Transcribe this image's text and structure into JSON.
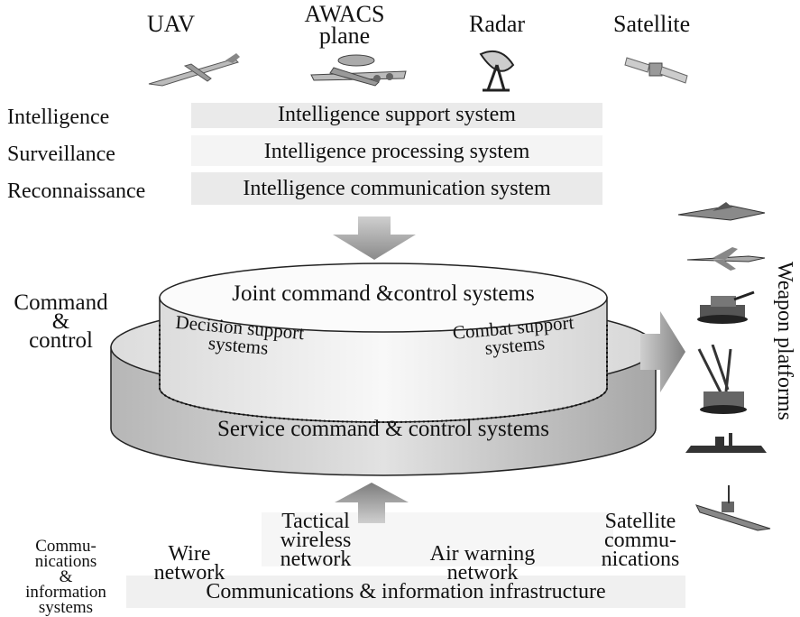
{
  "sensors": [
    {
      "label": "UAV",
      "icon": "uav-icon"
    },
    {
      "label": "AWACS plane",
      "icon": "awacs-plane-icon"
    },
    {
      "label": "Radar",
      "icon": "radar-icon"
    },
    {
      "label": "Satellite",
      "icon": "satellite-icon"
    }
  ],
  "isr": {
    "left": [
      "Intelligence",
      "Surveillance",
      "Reconnaissance"
    ],
    "right": [
      "Intelligence support system",
      "Intelligence processing system",
      "Intelligence communication system"
    ]
  },
  "command": {
    "side_label": [
      "Command",
      "&",
      "control"
    ],
    "top_disk": "Joint command &control systems",
    "decision": [
      "Decision support",
      "systems"
    ],
    "combat": [
      "Combat support",
      "systems"
    ],
    "bottom_disk": "Service command & control systems"
  },
  "weapons": {
    "label": "Weapon platforms",
    "icons": [
      "stealth-fighter-icon",
      "fighter-jet-icon",
      "tank-icon",
      "missile-launcher-icon",
      "submarine-icon",
      "warship-icon"
    ]
  },
  "communications": {
    "side_label": [
      "Commu-",
      "nications",
      "&",
      "information",
      "systems"
    ],
    "items": [
      [
        "Wire",
        "network"
      ],
      [
        "Tactical",
        "wireless",
        "network"
      ],
      [
        "Air warning",
        "network"
      ],
      [
        "Satellite",
        "commu-",
        "nications"
      ]
    ],
    "infrastructure": "Communications & information infrastructure"
  },
  "colors": {
    "disk_fill": "#d2d2d2",
    "disk_top": "#f4f4f4",
    "arrow": "#9a9a9a"
  }
}
